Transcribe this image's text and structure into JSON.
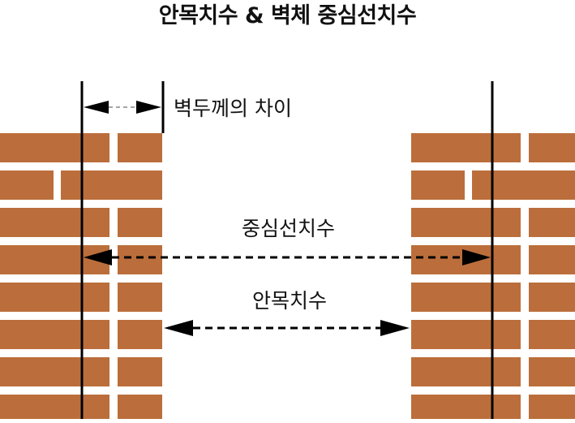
{
  "title": "안목치수 & 벽체 중심선치수",
  "labels": {
    "wall_thickness_diff": "벽두께의 차이",
    "centerline_dimension": "중심선치수",
    "clear_dimension": "안목치수"
  },
  "colors": {
    "brick": "#bb6e3b",
    "mortar": "#ffffff",
    "line": "#000000",
    "dashed_gray": "#888888"
  }
}
